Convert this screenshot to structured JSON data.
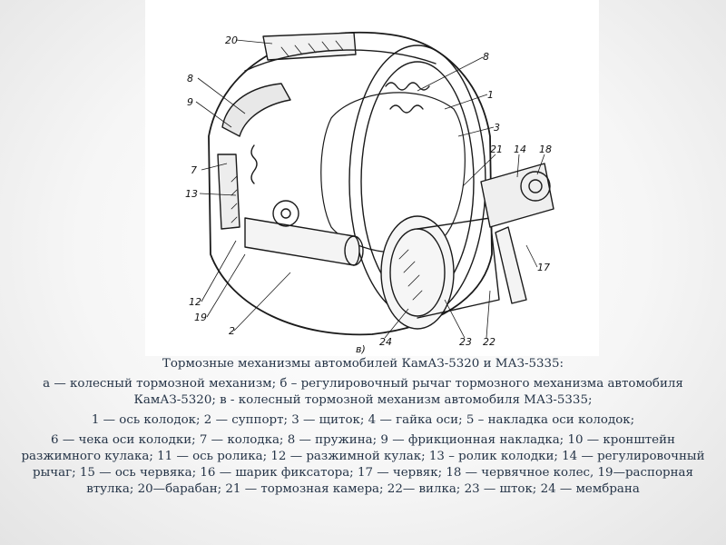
{
  "figure": {
    "part_labels": [
      "20",
      "8",
      "9",
      "7",
      "13",
      "12",
      "19",
      "2",
      "8",
      "1",
      "3",
      "21",
      "14",
      "18",
      "17",
      "22",
      "23",
      "24",
      "в)"
    ]
  },
  "caption": {
    "title": "Тормозные механизмы автомобилей КамАЗ-5320 и МАЗ-5335:",
    "line_abc": "а — колесный тормозной механизм; б – регулировочный рычаг тормозного механизма автомобиля КамАЗ-5320; в - колесный тормозной механизм автомобиля МАЗ-5335;",
    "legend_1": "1 — ось колодок; 2 — суппорт; 3 — щиток; 4 — гайка оси; 5 – накладка оси колодок;",
    "legend_2": "6 — чека оси колодки; 7 — колодка; 8 — пружина; 9 — фрикционная накладка; 10 — кронштейн разжимного кулака; 11 — ось ролика; 12 — разжимной кулак; 13 – ролик колодки; 14 — регулировочный рычаг; 15 — ось червяка; 16 — шарик фиксатора; 17 — червяк; 18 — червячное колес, 19—распорная втулка; 20—барабан; 21 — тормозная камера; 22— вилка; 23 — шток; 24 — мембрана"
  }
}
